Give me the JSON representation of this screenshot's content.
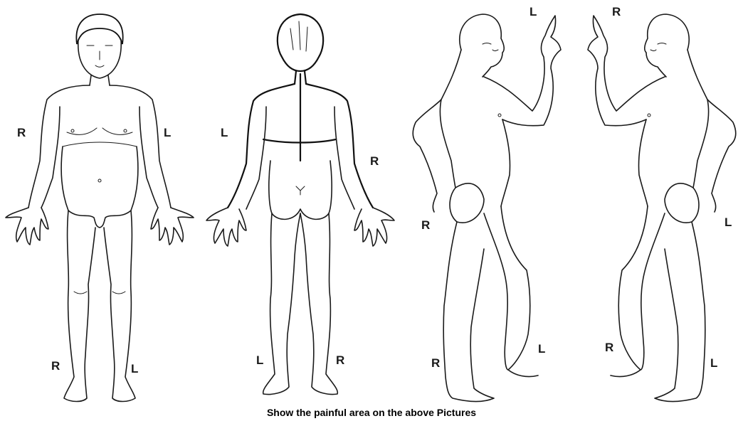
{
  "figures": {
    "front": {
      "right_label": "R",
      "left_label": "L",
      "right_foot_label": "R",
      "left_foot_label": "L"
    },
    "back": {
      "left_label": "L",
      "right_label": "R",
      "left_foot_label": "L",
      "right_foot_label": "R"
    },
    "side_left_view": {
      "hand_label": "L",
      "hip_label": "R",
      "near_foot_label": "L",
      "far_foot_label": "R"
    },
    "side_right_view": {
      "hand_label": "R",
      "hip_label": "L",
      "near_foot_label": "R",
      "far_foot_label": "L"
    }
  },
  "caption": "Show the painful area on the above Pictures"
}
